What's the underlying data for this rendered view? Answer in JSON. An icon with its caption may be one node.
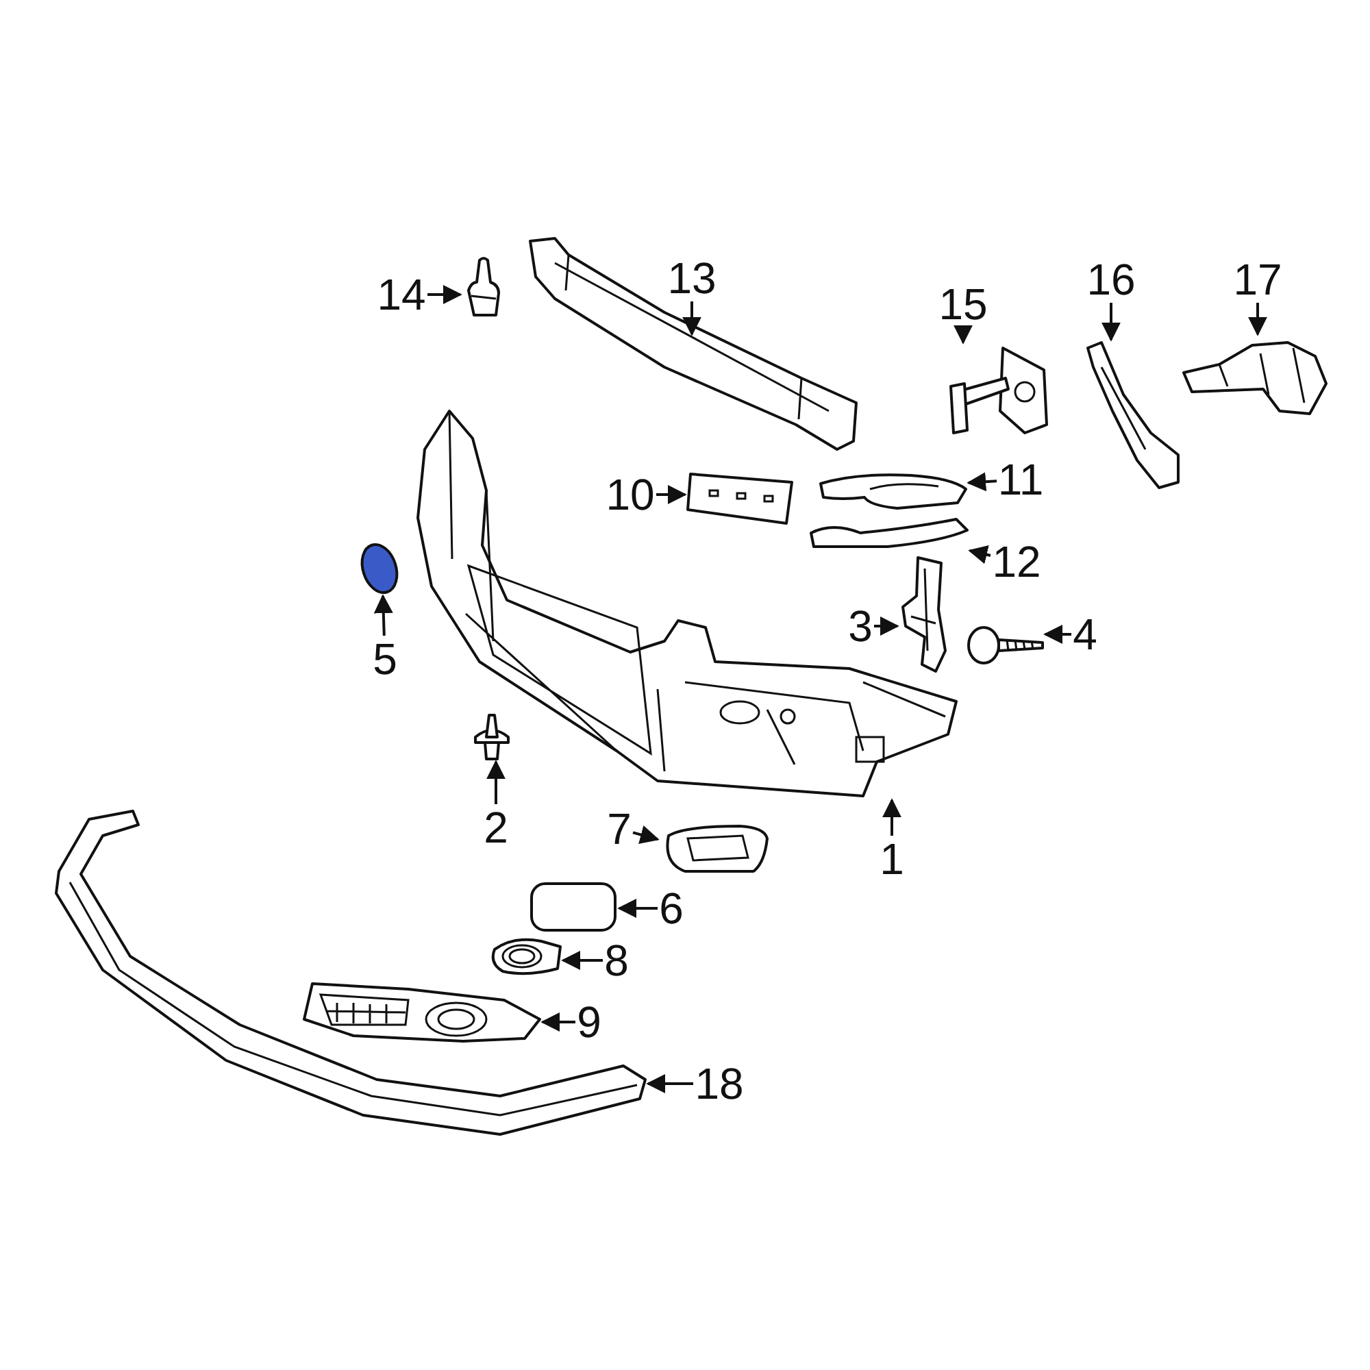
{
  "diagram": {
    "nodes": [
      {
        "text": [
          "1"
        ]
      },
      {
        "text": [],
        "shape": "picture"
      },
      {
        "text": [
          "2"
        ]
      },
      {
        "text": [],
        "shape": "picture"
      },
      {
        "text": [
          "3"
        ]
      },
      {
        "text": [],
        "shape": "picture"
      },
      {
        "text": [
          "4"
        ]
      },
      {
        "text": [],
        "shape": "picture"
      },
      {
        "text": [
          "5"
        ]
      },
      {
        "text": [],
        "shape": "circle"
      },
      {
        "text": [
          "6"
        ]
      },
      {
        "text": [],
        "shape": "box"
      },
      {
        "text": [
          "7"
        ]
      },
      {
        "text": [],
        "shape": "picture"
      },
      {
        "text": [
          "8"
        ]
      },
      {
        "text": [],
        "shape": "picture"
      },
      {
        "text": [
          "9"
        ]
      },
      {
        "text": [],
        "shape": "picture"
      },
      {
        "text": [
          "10"
        ]
      },
      {
        "text": [],
        "shape": "picture"
      },
      {
        "text": [
          "11"
        ]
      },
      {
        "text": [],
        "shape": "picture"
      },
      {
        "text": [
          "12"
        ]
      },
      {
        "text": [],
        "shape": "picture"
      },
      {
        "text": [
          "13"
        ]
      },
      {
        "text": [],
        "shape": "picture"
      },
      {
        "text": [
          "14"
        ]
      },
      {
        "text": [],
        "shape": "picture"
      },
      {
        "text": [
          "15"
        ]
      },
      {
        "text": [],
        "shape": "picture"
      },
      {
        "text": [
          "16"
        ]
      },
      {
        "text": [],
        "shape": "picture"
      },
      {
        "text": [
          "17"
        ]
      },
      {
        "text": [],
        "shape": "picture"
      },
      {
        "text": [
          "18"
        ]
      },
      {
        "text": [],
        "shape": "picture"
      }
    ],
    "edges": [
      {
        "from": 0,
        "to": 1,
        "arrow": "to"
      },
      {
        "from": 2,
        "to": 3,
        "arrow": "to"
      },
      {
        "from": 4,
        "to": 5,
        "arrow": "to"
      },
      {
        "from": 6,
        "to": 7,
        "arrow": "to"
      },
      {
        "from": 8,
        "to": 9,
        "arrow": "to"
      },
      {
        "from": 10,
        "to": 11,
        "arrow": "to"
      },
      {
        "from": 12,
        "to": 13,
        "arrow": "to"
      },
      {
        "from": 14,
        "to": 15,
        "arrow": "to"
      },
      {
        "from": 16,
        "to": 17,
        "arrow": "to"
      },
      {
        "from": 18,
        "to": 19,
        "arrow": "to"
      },
      {
        "from": 20,
        "to": 21,
        "arrow": "to"
      },
      {
        "from": 22,
        "to": 23,
        "arrow": "to"
      },
      {
        "from": 24,
        "to": 25,
        "arrow": "to"
      },
      {
        "from": 26,
        "to": 27,
        "arrow": "to"
      },
      {
        "from": 28,
        "to": 29,
        "arrow": "to"
      },
      {
        "from": 30,
        "to": 31,
        "arrow": "to"
      },
      {
        "from": 32,
        "to": 33,
        "arrow": "to"
      },
      {
        "from": 34,
        "to": 35,
        "arrow": "to"
      }
    ]
  }
}
